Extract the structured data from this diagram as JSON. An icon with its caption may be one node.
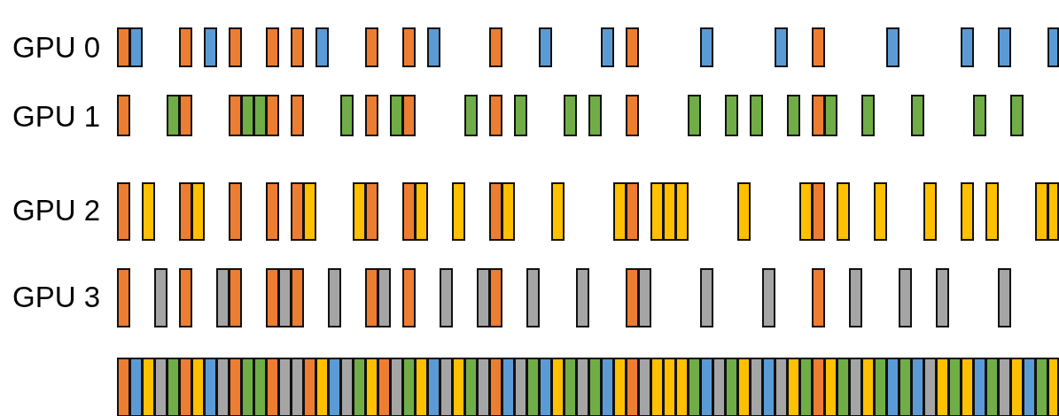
{
  "diagram": {
    "labels": [
      "GPU 0",
      "GPU 1",
      "GPU 2",
      "GPU 3"
    ]
  }
}
